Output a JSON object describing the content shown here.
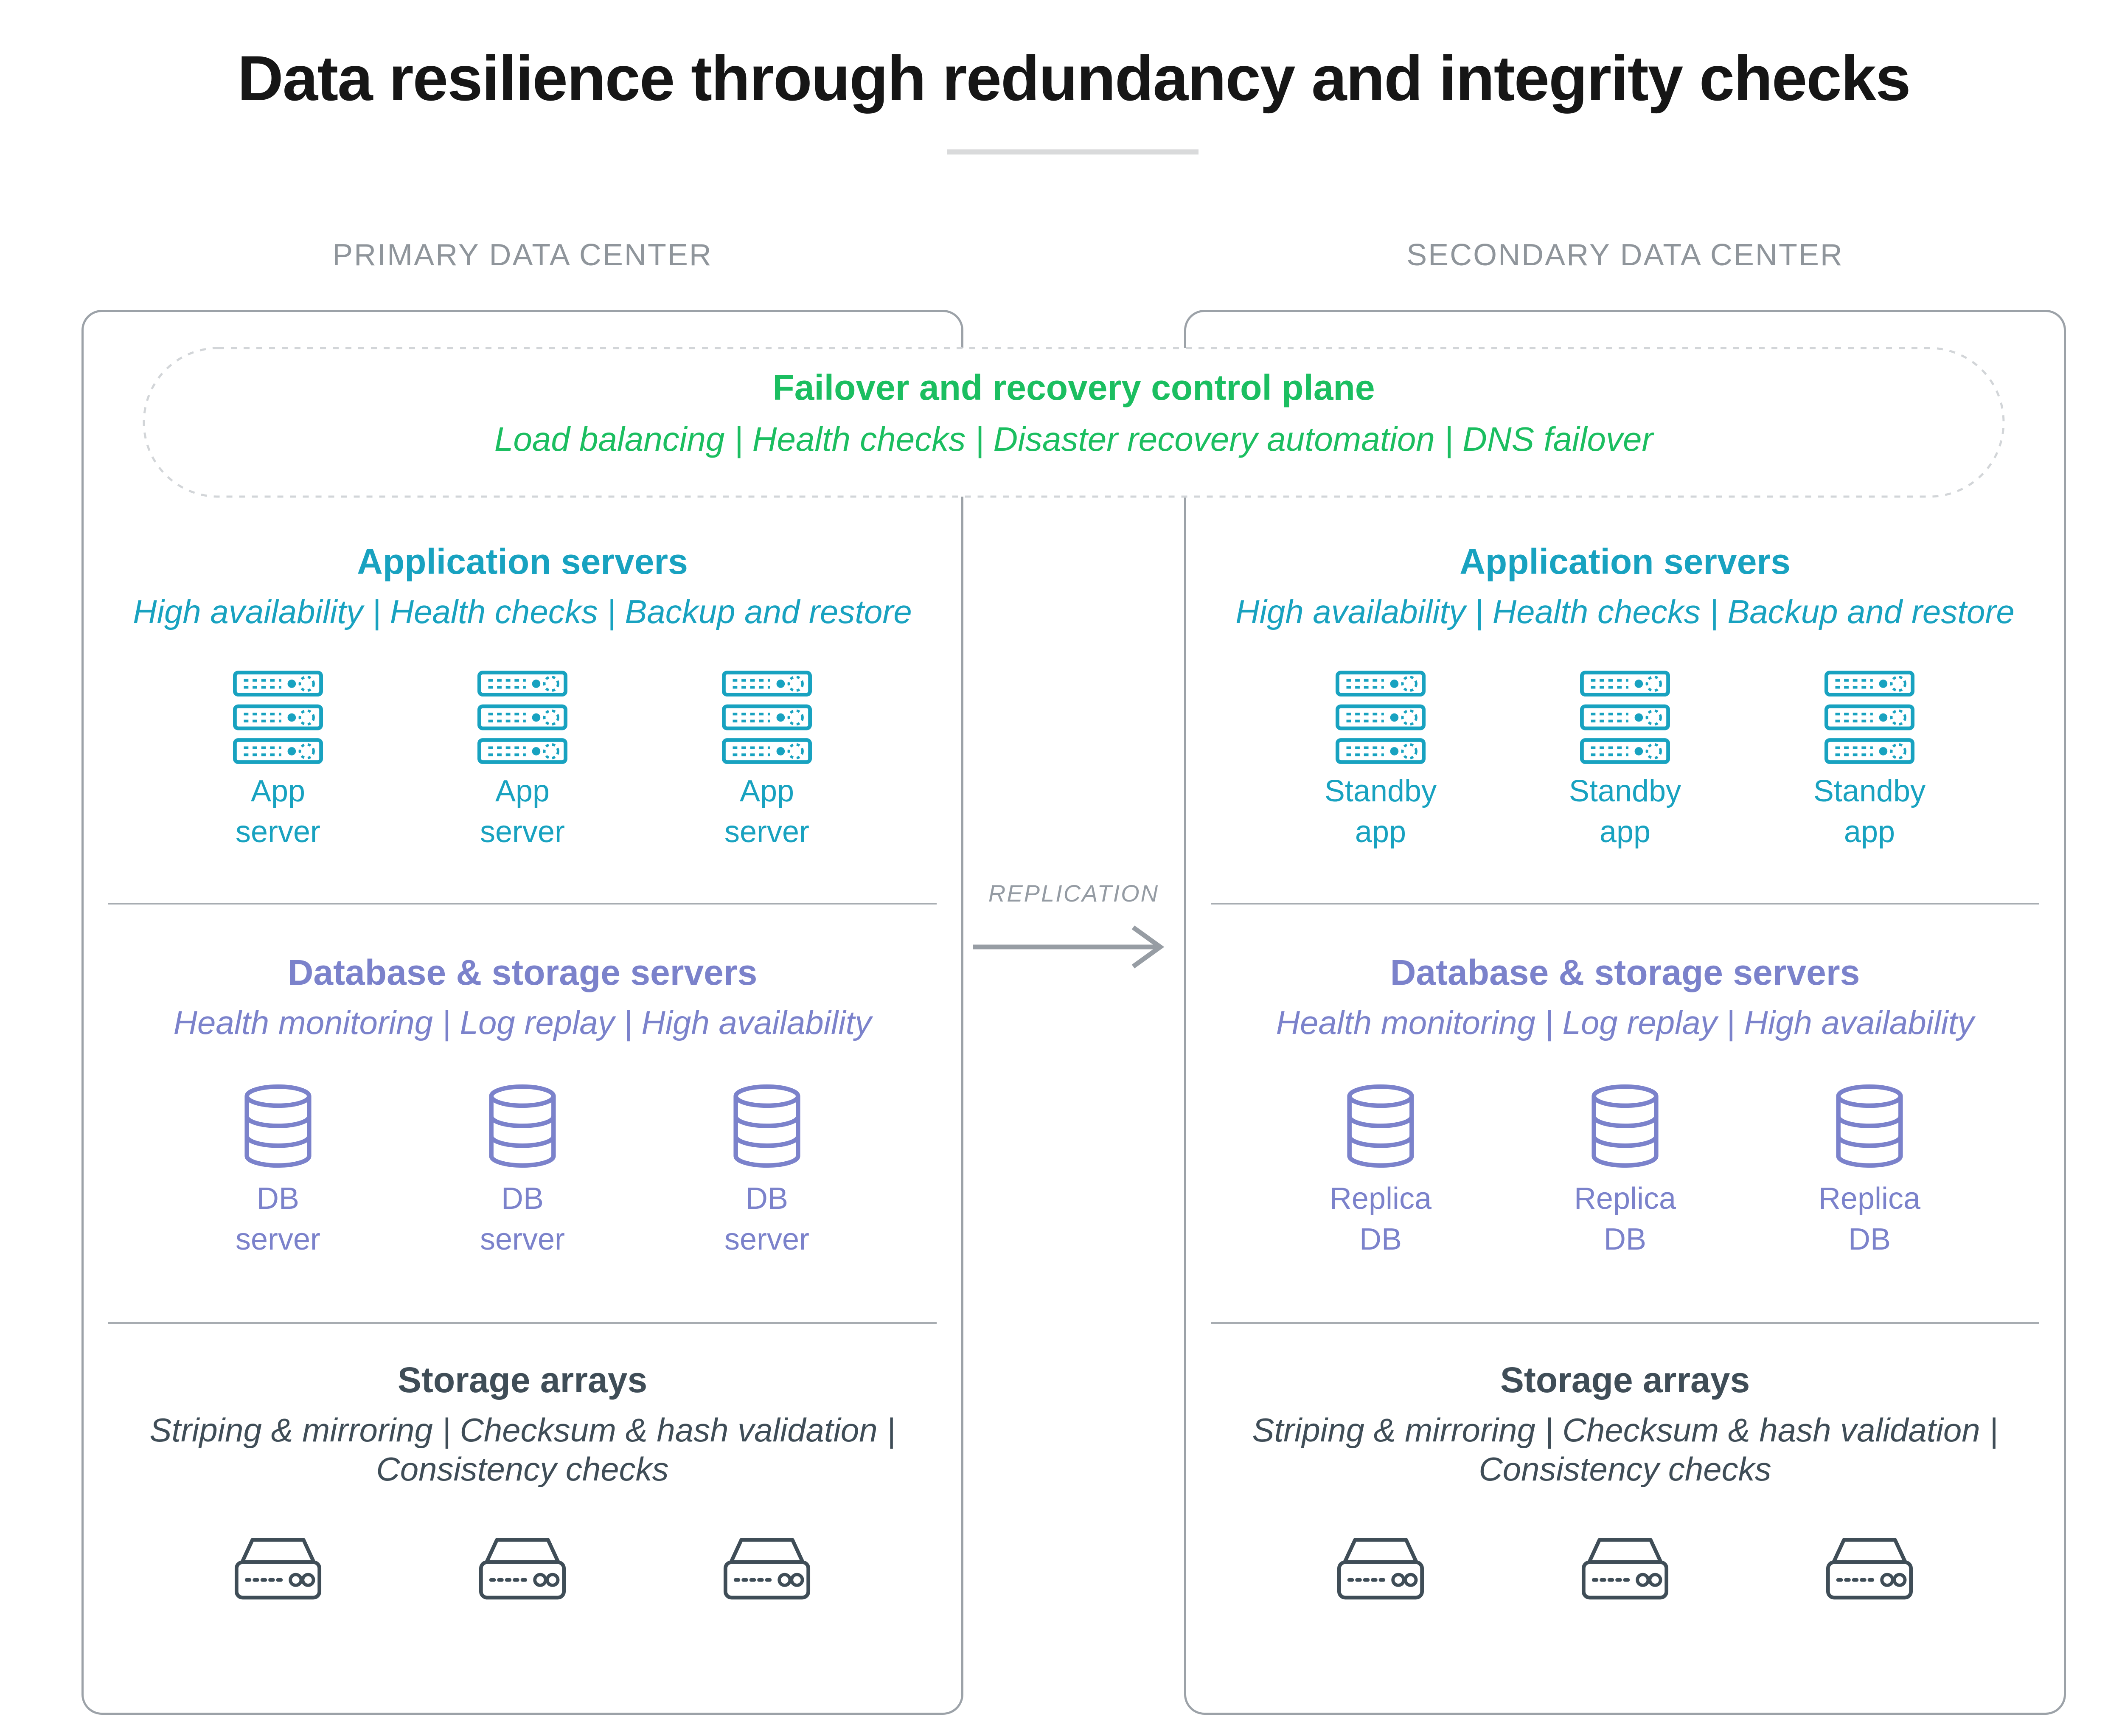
{
  "title": "Data resilience through redundancy and integrity checks",
  "replication_label": "REPLICATION",
  "control_plane": {
    "title": "Failover and recovery control plane",
    "subtitle": "Load balancing | Health checks | Disaster recovery automation | DNS failover"
  },
  "dcs": [
    {
      "label": "PRIMARY DATA CENTER",
      "app_title": "Application servers",
      "app_subtitle": "High availability | Health checks | Backup and restore",
      "app_nodes": [
        {
          "l1": "App",
          "l2": "server"
        },
        {
          "l1": "App",
          "l2": "server"
        },
        {
          "l1": "App",
          "l2": "server"
        }
      ],
      "db_title": "Database & storage servers",
      "db_subtitle": "Health monitoring | Log replay | High availability",
      "db_nodes": [
        {
          "l1": "DB",
          "l2": "server"
        },
        {
          "l1": "DB",
          "l2": "server"
        },
        {
          "l1": "DB",
          "l2": "server"
        }
      ],
      "st_title": "Storage arrays",
      "st_sub1": "Striping & mirroring | Checksum & hash validation |",
      "st_sub2": "Consistency checks"
    },
    {
      "label": "SECONDARY DATA CENTER",
      "app_title": "Application servers",
      "app_subtitle": "High availability | Health checks | Backup and restore",
      "app_nodes": [
        {
          "l1": "Standby",
          "l2": "app"
        },
        {
          "l1": "Standby",
          "l2": "app"
        },
        {
          "l1": "Standby",
          "l2": "app"
        }
      ],
      "db_title": "Database & storage servers",
      "db_subtitle": "Health monitoring | Log replay | High availability",
      "db_nodes": [
        {
          "l1": "Replica",
          "l2": "DB"
        },
        {
          "l1": "Replica",
          "l2": "DB"
        },
        {
          "l1": "Replica",
          "l2": "DB"
        }
      ],
      "st_title": "Storage arrays",
      "st_sub1": "Striping & mirroring | Checksum & hash validation |",
      "st_sub2": "Consistency checks"
    }
  ],
  "icons": [
    "app-server-rack-icon",
    "database-cylinder-icon",
    "storage-array-icon",
    "replication-arrow-icon"
  ],
  "colors": {
    "ink": "#161616",
    "title_divider": "#D9DADB",
    "label_gray": "#8F959B",
    "box_border": "#9CA2A8",
    "line": "#A7ACB1",
    "teal": "#18A2C0",
    "purple": "#7B82CB",
    "green": "#1BBE60",
    "slate": "#3F4D57",
    "rep_gray": "#949BA3",
    "arrow_gray": "#979DA4",
    "dash_gray": "#D2D5D8"
  }
}
